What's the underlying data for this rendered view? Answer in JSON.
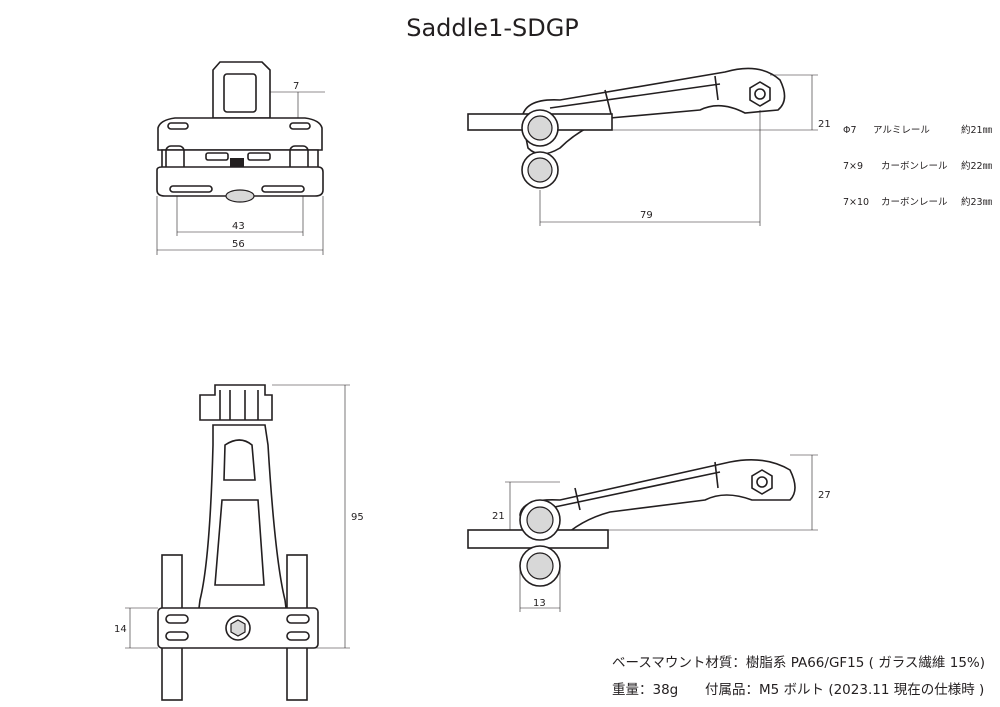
{
  "title": "Saddle1-SDGP",
  "dimensions": {
    "front_top": "7",
    "front_inner_width": "43",
    "front_outer_width": "56",
    "side_height": "21",
    "side_length": "79",
    "top_length": "95",
    "top_rail_offset": "14",
    "side2_height_small": "21",
    "side2_height_large": "27",
    "side2_rail_width": "13"
  },
  "rail_notes": [
    {
      "rail": "Φ7",
      "type": "アルミレール",
      "height": "約21㎜"
    },
    {
      "rail": "7×9",
      "type": "カーボンレール",
      "height": "約22㎜"
    },
    {
      "rail": "7×10",
      "type": "カーボンレール",
      "height": "約23㎜"
    }
  ],
  "specs": {
    "material": "ベースマウント材質：樹脂系 PA66/GF15 ( ガラス繊維 15%)",
    "weight": "重量：38g",
    "accessory": "付属品：M5 ボルト (2023.11 現在の仕様時 )"
  }
}
